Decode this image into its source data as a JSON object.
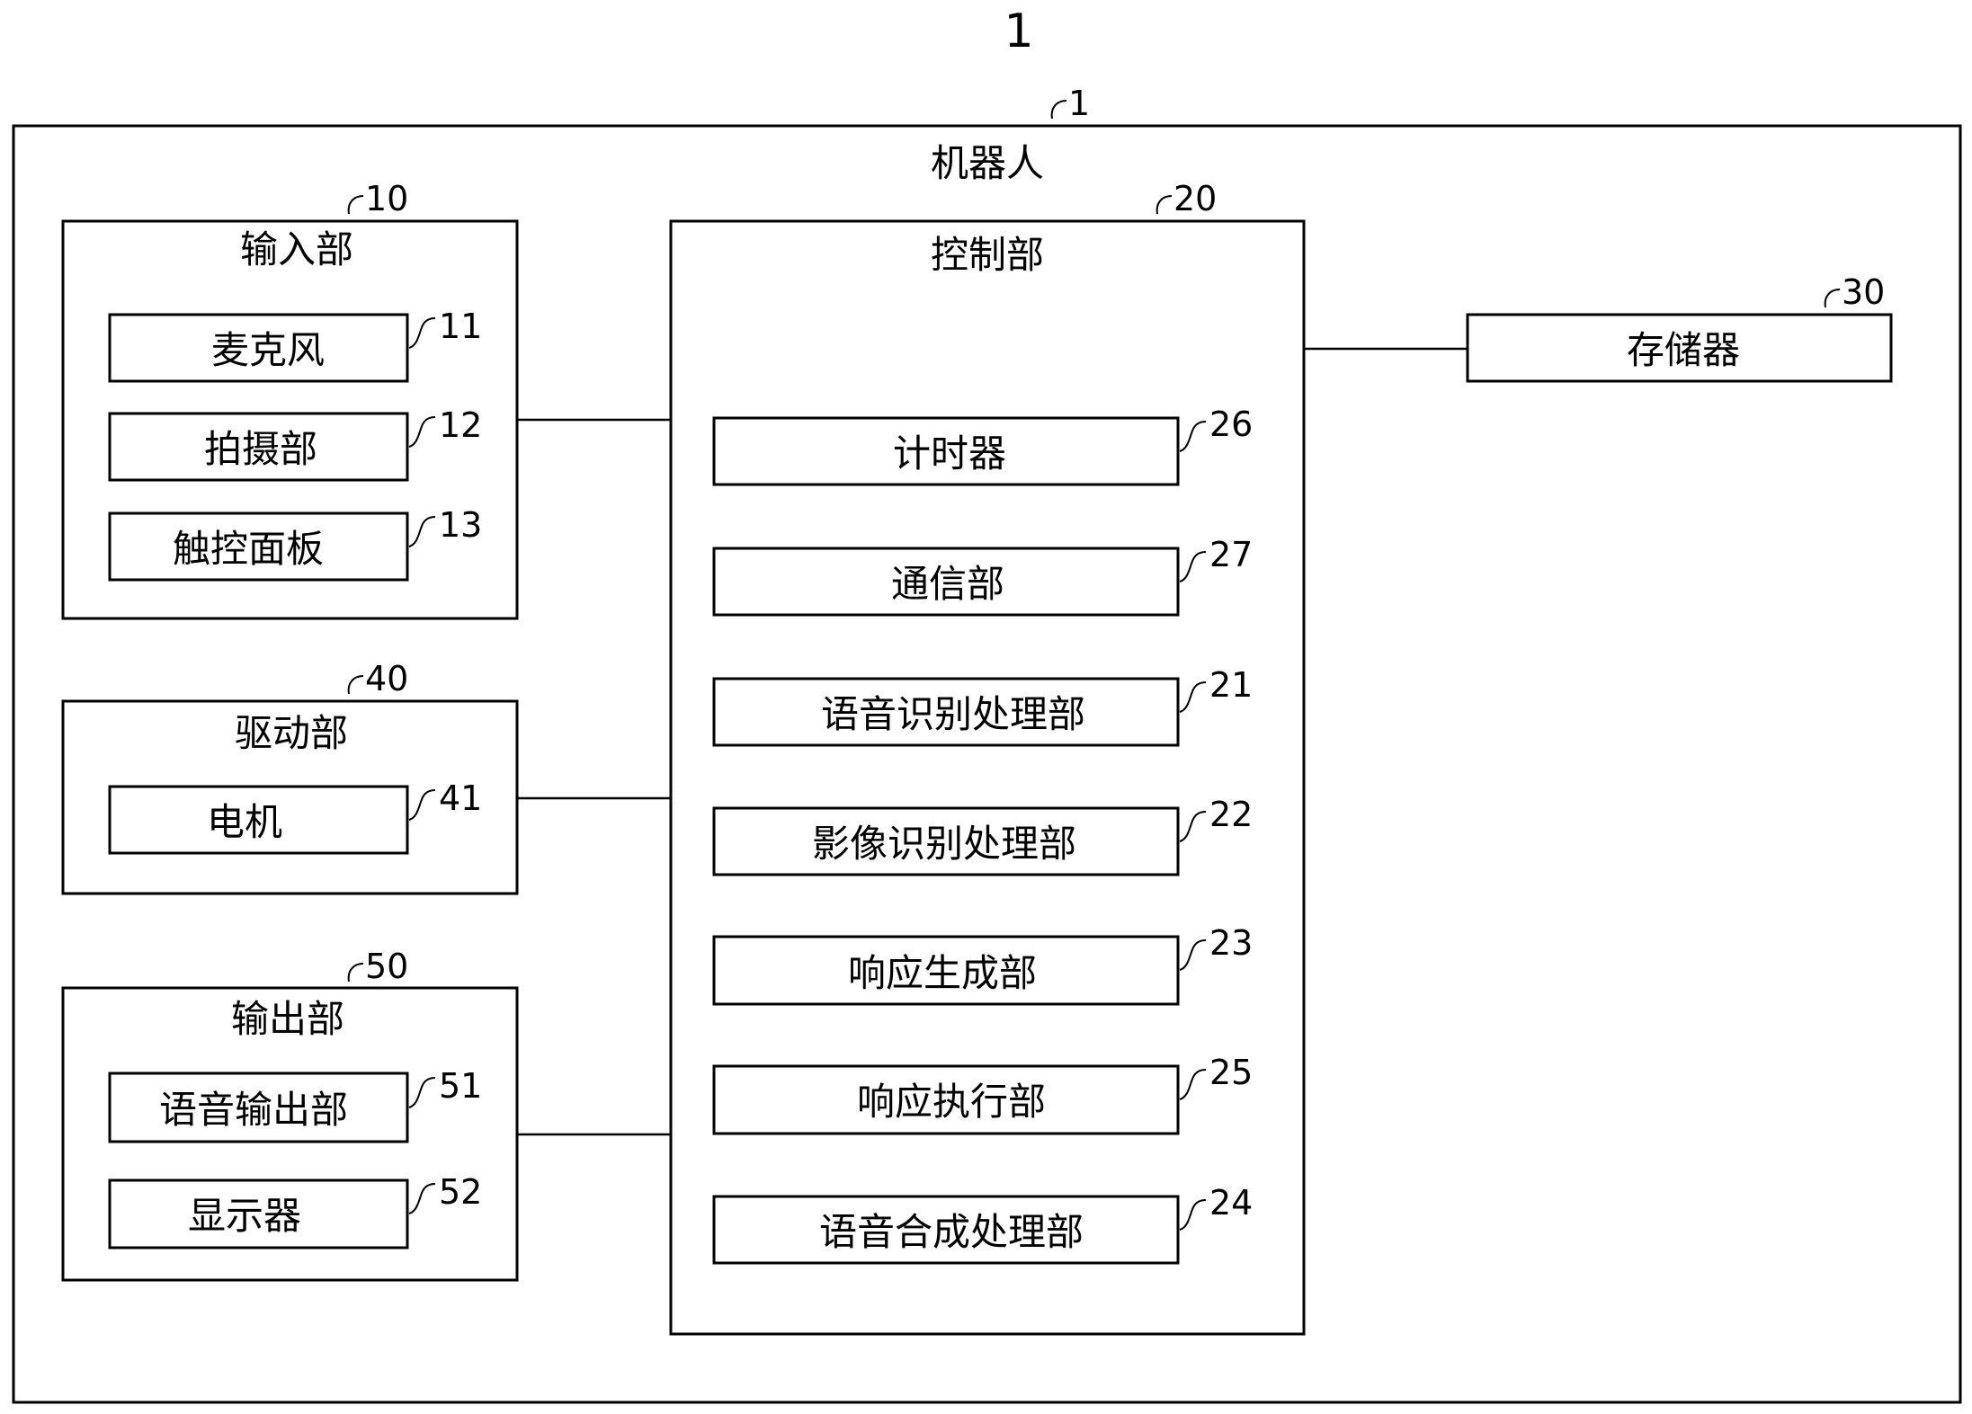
{
  "figure_number": "1",
  "robot": {
    "label": "机器人",
    "ref": "1"
  },
  "input": {
    "label": "输入部",
    "ref": "10",
    "items": [
      {
        "label": "麦克风",
        "ref": "11"
      },
      {
        "label": "拍摄部",
        "ref": "12"
      },
      {
        "label": "触控面板",
        "ref": "13"
      }
    ]
  },
  "drive": {
    "label": "驱动部",
    "ref": "40",
    "items": [
      {
        "label": "电机",
        "ref": "41"
      }
    ]
  },
  "output": {
    "label": "输出部",
    "ref": "50",
    "items": [
      {
        "label": "语音输出部",
        "ref": "51"
      },
      {
        "label": "显示器",
        "ref": "52"
      }
    ]
  },
  "control": {
    "label": "控制部",
    "ref": "20",
    "items": [
      {
        "label": "计时器",
        "ref": "26"
      },
      {
        "label": "通信部",
        "ref": "27"
      },
      {
        "label": "语音识别处理部",
        "ref": "21"
      },
      {
        "label": "影像识别处理部",
        "ref": "22"
      },
      {
        "label": "响应生成部",
        "ref": "23"
      },
      {
        "label": "响应执行部",
        "ref": "25"
      },
      {
        "label": "语音合成处理部",
        "ref": "24"
      }
    ]
  },
  "storage": {
    "label": "存储器",
    "ref": "30"
  }
}
